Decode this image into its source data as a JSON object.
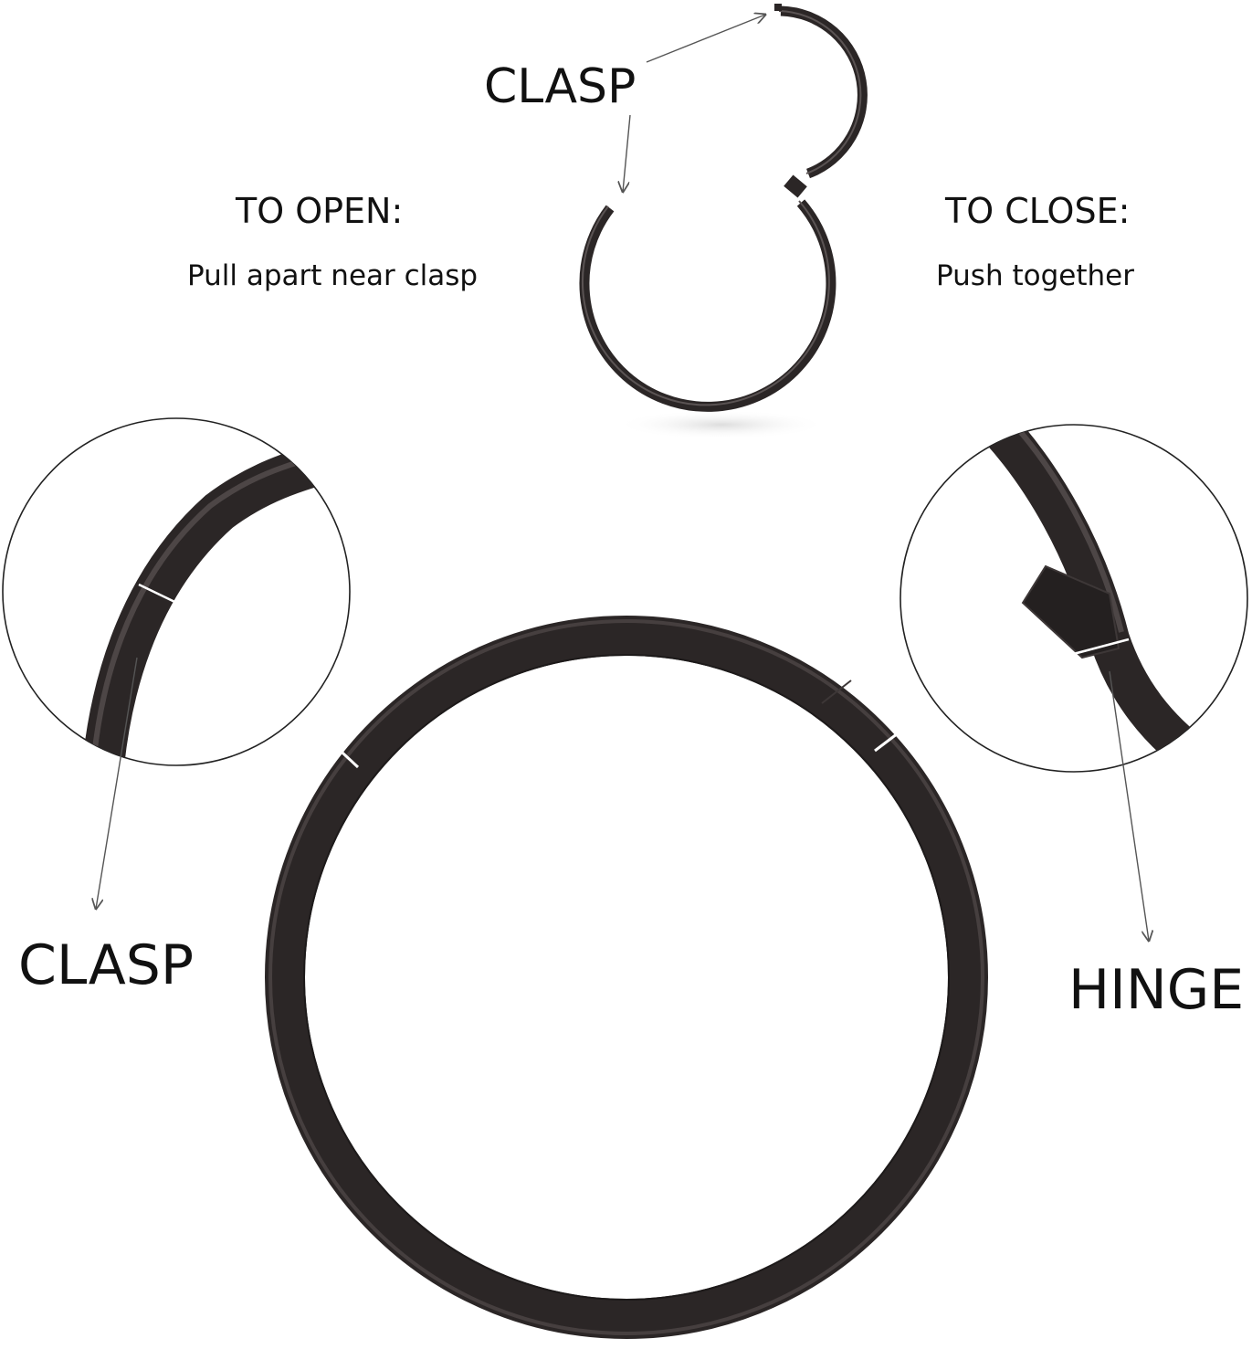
{
  "labels": {
    "top_clasp": "CLASP",
    "open_title": "TO OPEN:",
    "open_instruction": "Pull apart near clasp",
    "close_title": "TO CLOSE:",
    "close_instruction": "Push together",
    "bottom_clasp": "CLASP",
    "hinge": "HINGE"
  },
  "colors": {
    "ring": "#2b2626",
    "ring_highlight": "#5a5353",
    "text": "#111111",
    "pointer": "#555555",
    "background": "#ffffff"
  }
}
